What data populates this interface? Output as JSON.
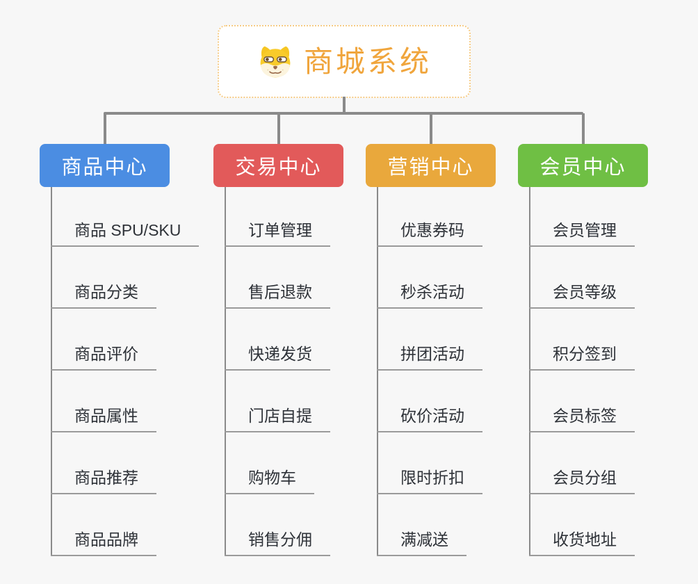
{
  "root": {
    "title": "商城系统",
    "icon": "shiba-dog-icon",
    "title_color": "#F0A53C",
    "border_color": "#F6CB85"
  },
  "colors": {
    "background": "#F7F7F7",
    "connector": "#8A8A8A",
    "leaf_text": "#2E3238",
    "leaf_underline": "#9A9A9A"
  },
  "branches": [
    {
      "label": "商品中心",
      "color": "#4B8DE2",
      "items": [
        "商品 SPU/SKU",
        "商品分类",
        "商品评价",
        "商品属性",
        "商品推荐",
        "商品品牌"
      ]
    },
    {
      "label": "交易中心",
      "color": "#E25A5A",
      "items": [
        "订单管理",
        "售后退款",
        "快递发货",
        "门店自提",
        "购物车",
        "销售分佣"
      ]
    },
    {
      "label": "营销中心",
      "color": "#E9A83C",
      "items": [
        "优惠券码",
        "秒杀活动",
        "拼团活动",
        "砍价活动",
        "限时折扣",
        "满减送"
      ]
    },
    {
      "label": "会员中心",
      "color": "#6FBF44",
      "items": [
        "会员管理",
        "会员等级",
        "积分签到",
        "会员标签",
        "会员分组",
        "收货地址"
      ]
    }
  ]
}
